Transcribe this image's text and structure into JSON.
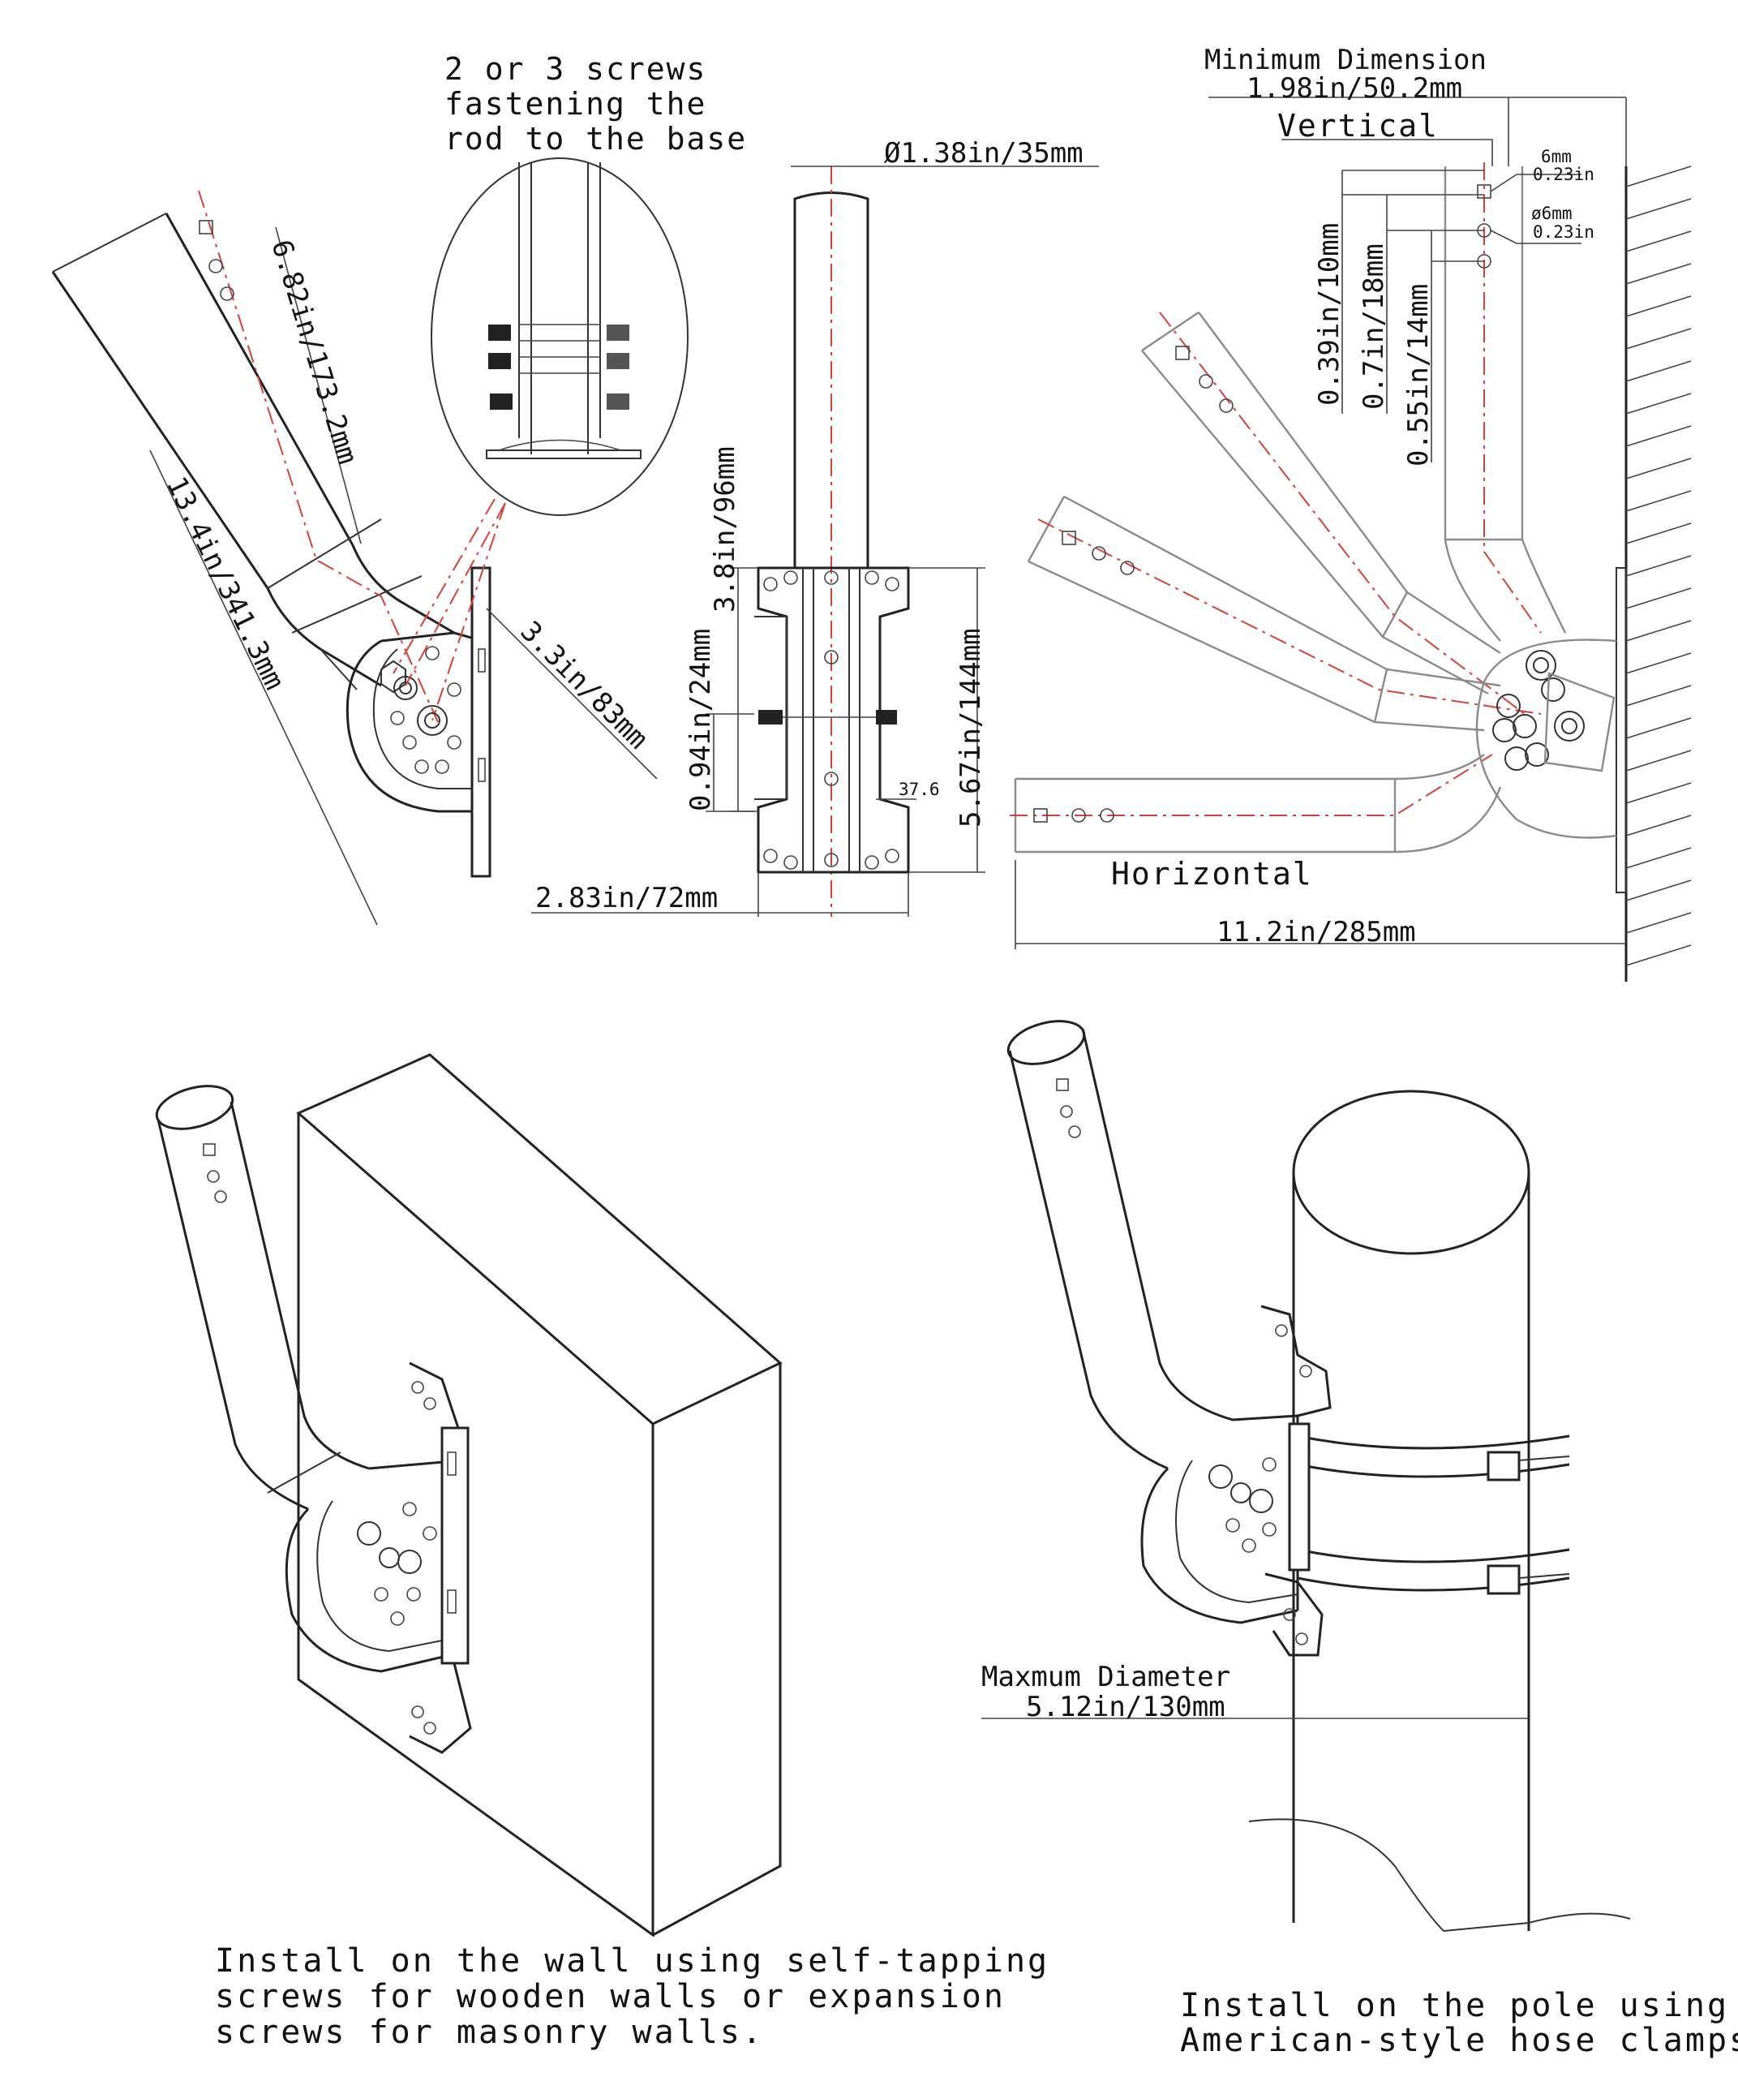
{
  "labels": {
    "callout_line1": "2 or 3 screws",
    "callout_line2": "fastening the",
    "callout_line3": "rod to the base",
    "rod_diameter": "Ø1.38in/35mm",
    "upper_arm": "6.82in/173.2mm",
    "total_arm": "13.4in/341.3mm",
    "pivot_offset": "3.3in/83mm",
    "rod_length": "3.8in/96mm",
    "bracket_inner": "0.94in/24mm",
    "bracket_height": "5.67in/144mm",
    "bracket_width": "2.83in/72mm",
    "min_dim_title": "Minimum Dimension",
    "min_dim_value": "1.98in/50.2mm",
    "vertical": "Vertical",
    "hole_sq_mm": "6mm",
    "hole_sq_in": "0.23in",
    "hole_rd_mm": "ø6mm",
    "hole_rd_in": "0.23in",
    "spacing_a": "0.39in/10mm",
    "spacing_b": "0.7in/18mm",
    "spacing_c": "0.55in/14mm",
    "horizontal": "Horizontal",
    "horizontal_reach": "11.2in/285mm",
    "max_dia_title": "Maxmum Diameter",
    "max_dia_value": "5.12in/130mm",
    "small_mark": "37.6"
  },
  "captions": {
    "wall_line1": "Install on the wall using self-tapping",
    "wall_line2": "screws for wooden walls or expansion",
    "wall_line3": "screws for masonry walls.",
    "pole_line1": "Install on the pole using",
    "pole_line2": "American-style hose clamps."
  },
  "colors": {
    "line": "#222222",
    "centerline": "#d6403a",
    "ghost": "#8a8a8a",
    "background": "#ffffff"
  }
}
